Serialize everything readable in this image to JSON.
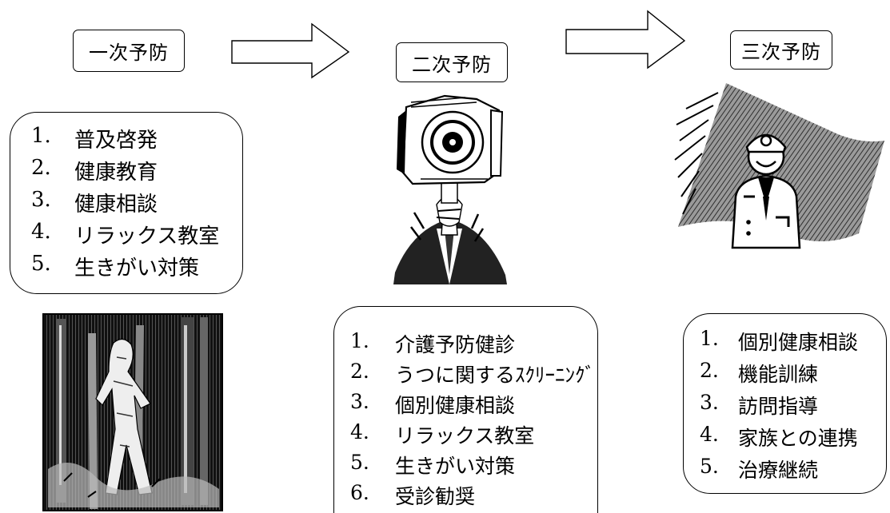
{
  "stages": [
    {
      "title": "一次予防",
      "items": [
        {
          "num": "1.",
          "text": "普及啓発"
        },
        {
          "num": "2.",
          "text": "健康教育"
        },
        {
          "num": "3.",
          "text": "健康相談"
        },
        {
          "num": "4.",
          "text": "リラックス教室"
        },
        {
          "num": "5.",
          "text": "生きがい対策"
        }
      ]
    },
    {
      "title": "二次予防",
      "items": [
        {
          "num": "1.",
          "text": "介護予防健診"
        },
        {
          "num": "2.",
          "text": "うつに関するｽｸﾘｰﾆﾝｸﾞ"
        },
        {
          "num": "3.",
          "text": "個別健康相談"
        },
        {
          "num": "4.",
          "text": "リラックス教室"
        },
        {
          "num": "5.",
          "text": "生きがい対策"
        },
        {
          "num": "6.",
          "text": "受診勧奨"
        }
      ]
    },
    {
      "title": "三次予防",
      "items": [
        {
          "num": "1.",
          "text": "個別健康相談"
        },
        {
          "num": "2.",
          "text": "機能訓練"
        },
        {
          "num": "3.",
          "text": "訪問指導"
        },
        {
          "num": "4.",
          "text": "家族との連携"
        },
        {
          "num": "5.",
          "text": "治療継続"
        }
      ]
    }
  ],
  "icons": {
    "arrow1": "right-arrow-icon",
    "arrow2": "right-arrow-icon",
    "pic1": "forest-person-woodcut-icon",
    "pic2": "camera-head-businessman-icon",
    "pic3": "doctor-with-banner-icon"
  }
}
